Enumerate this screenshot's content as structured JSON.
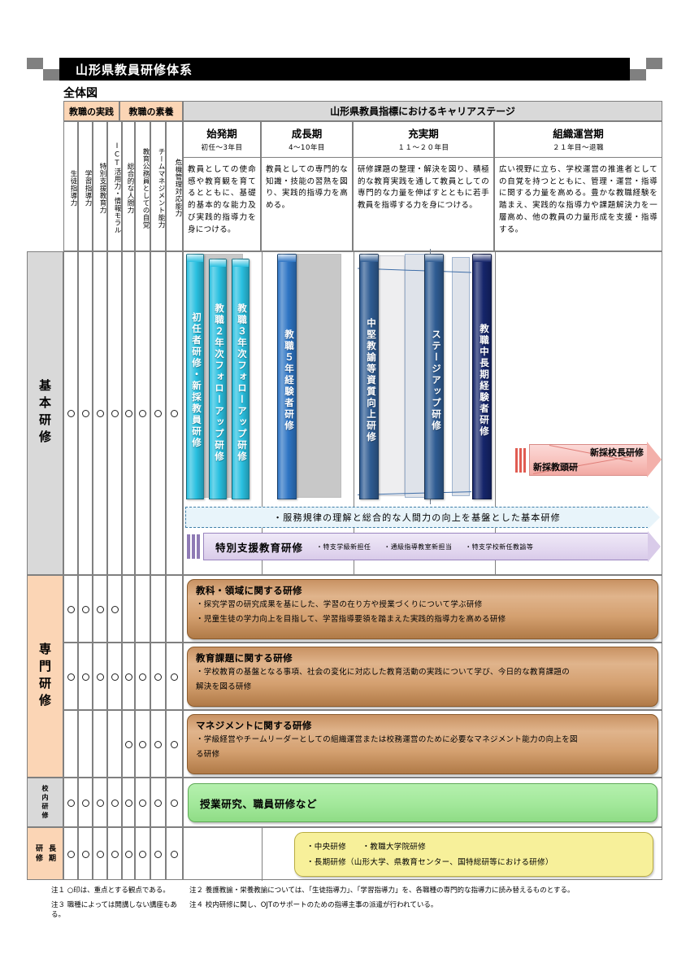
{
  "header": {
    "title": "山形県教員研修体系",
    "subtitle": "全体図"
  },
  "table_header": {
    "group_practice": "教職の実践",
    "group_literacy": "教職の素養",
    "career_header": "山形県教員指標におけるキャリアステージ"
  },
  "competency_columns": [
    {
      "label": "生徒指導力"
    },
    {
      "label": "学習指導力"
    },
    {
      "label": "特別支援教育力"
    },
    {
      "label": "ICT活用力・情報モラル"
    },
    {
      "label": "総合的な人間力"
    },
    {
      "label": "教育公務員としての自覚"
    },
    {
      "label": "チームマネジメント能力"
    },
    {
      "label": "危機管理対応能力"
    }
  ],
  "career_stages": [
    {
      "name": "始発期",
      "years": "初任～3年目",
      "desc": "教員としての使命感や教育観を育てるとともに、基礎的基本的な能力及び実践的指導力を身につける。"
    },
    {
      "name": "成長期",
      "years": "4～10年目",
      "desc": "教員としての専門的な知識・技能の習熟を図り、実践的指導力を高める。"
    },
    {
      "name": "充実期",
      "years": "１１～２０年目",
      "desc": "研修課題の整理・解決を図り、積極的な教育実践を通して教員としての専門的な力量を伸ばすとともに若手教員を指導する力を身につける。"
    },
    {
      "name": "組織運営期",
      "years": "２１年目～退職",
      "desc": "広い視野に立ち、学校運営の推進者としての自覚を持つとともに、管理・運営・指導に関する力量を高める。豊かな教職経験を踏まえ、実践的な指導力や課題解決力を一層高め、他の教員の力量形成を支援・指導する。"
    }
  ],
  "row_labels": {
    "basic": "基本研修",
    "specialized": "専門研修",
    "school": "校内研修",
    "longterm_a": "長期",
    "longterm_b": "研修"
  },
  "basic_training_bars": [
    {
      "label": "初任者研修・新採教員研修",
      "color": "#29c0e0"
    },
    {
      "label": "教職２年次フォローアップ研修",
      "color": "#29c0e0"
    },
    {
      "label": "教職３年次フォローアップ研修",
      "color": "#29c0e0"
    },
    {
      "label": "教職５年経験者研修",
      "color": "#2e75c4"
    },
    {
      "label": "中堅教諭等資質向上研修",
      "color": "#2f5c93"
    },
    {
      "label": "ステージアップ研修",
      "color": "#2f5c93"
    },
    {
      "label": "教職中長期経験者研修",
      "color": "#15256b"
    }
  ],
  "principal_arrow": {
    "line1": "新採校長研修",
    "line2": "新採教頭研"
  },
  "dashed_band": {
    "text": "・服務規律の理解と総合的な人間力の向上を基盤とした基本研修"
  },
  "purple_band": {
    "title": "特別支援教育研修",
    "sub1": "・特支学級新担任",
    "sub2": "・通級指導教室新担当",
    "sub3": "・特支学校新任教諭等"
  },
  "specialized_boxes": [
    {
      "title": "教科・領域に関する研修",
      "lines": [
        "・探究学習の研究成果を基にした、学習の在り方や授業づくりについて学ぶ研修",
        "・児童生徒の学力向上を目指して、学習指導要領を踏まえた実践的指導力を高める研修"
      ],
      "marks": [
        1,
        1,
        1,
        1,
        0,
        0,
        0,
        0
      ]
    },
    {
      "title": "教育課題に関する研修",
      "lines": [
        "・学校教育の基盤となる事項、社会の変化に対応した教育活動の実践について学び、今日的な教育課題の",
        "解決を図る研修"
      ],
      "marks": [
        1,
        1,
        1,
        1,
        1,
        1,
        1,
        1
      ]
    },
    {
      "title": "マネジメントに関する研修",
      "lines": [
        "・学級経営やチームリーダーとしての組織運営または校務運営のために必要なマネジメント能力の向上を図",
        "る研修"
      ],
      "marks": [
        0,
        0,
        0,
        0,
        1,
        1,
        1,
        1
      ]
    }
  ],
  "school_training": {
    "title": "授業研究、職員研修など",
    "marks": [
      1,
      1,
      1,
      1,
      1,
      1,
      1,
      1
    ]
  },
  "longterm_training": {
    "line1": "・中央研修　　・教職大学院研修",
    "line2": "・長期研修（山形大学、県教育センター、国特総研等における研修）",
    "marks": [
      1,
      1,
      1,
      1,
      1,
      1,
      1,
      1
    ]
  },
  "basic_marks": [
    1,
    1,
    1,
    1,
    1,
    1,
    1,
    1
  ],
  "notes": [
    {
      "a": "注１ ○印は、重点とする観点である。",
      "b": "注２ 養護教諭・栄養教諭については、「生徒指導力」、「学習指導力」を、各職種の専門的な指導力に読み替えるものとする。"
    },
    {
      "a": "注３ 職種によっては開講しない講座もある。",
      "b": "注４ 校内研修に関し、OJTのサポートのための指導主事の派遣が行われている。"
    }
  ],
  "colors": {
    "header_orange": "#fbd5b5",
    "header_gray": "#d9d9d9",
    "cyan_bar": "#29c0e0",
    "blue_bar": "#2e75c4",
    "navy_bar": "#15256b"
  }
}
